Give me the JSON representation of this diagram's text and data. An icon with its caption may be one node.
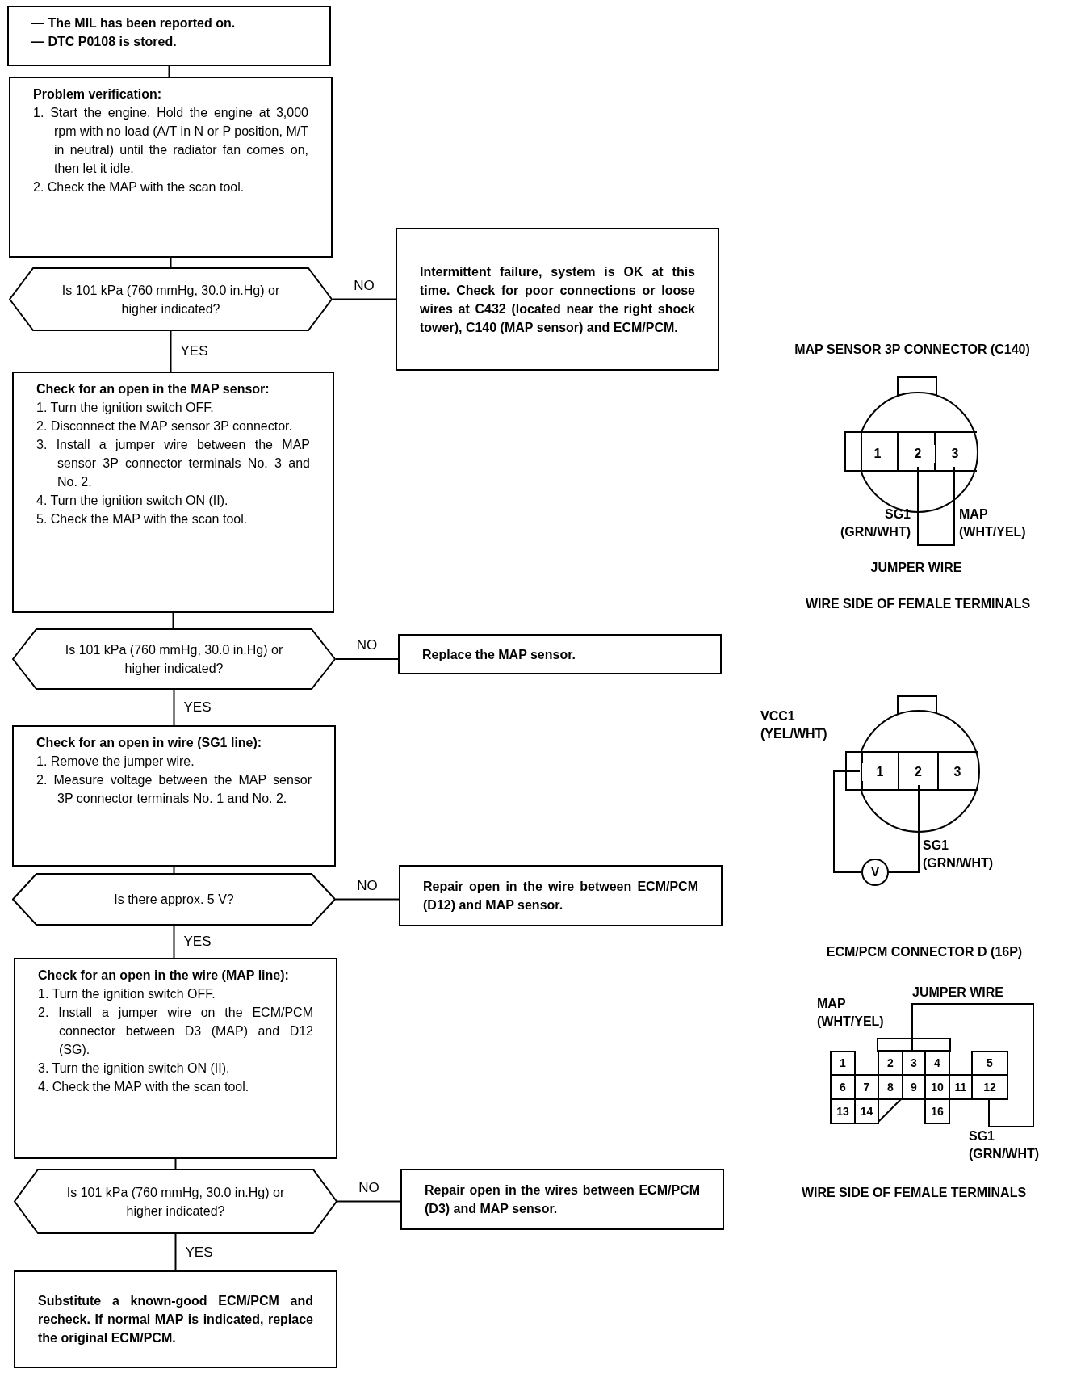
{
  "diagram": {
    "nodes": [
      {
        "text": [
          "— The MIL has been reported on.",
          "— DTC P0108 is stored."
        ]
      },
      {
        "text": [
          "Problem verification:",
          "1. Start the engine. Hold the engine at 3,000 rpm with no load (A/T in N or P position, M/T in neutral) until the radiator fan comes on, then let it idle.",
          "2. Check the MAP with the scan tool."
        ]
      },
      {
        "text": [
          "Is 101 kPa (760 mmHg, 30.0 in.Hg) or higher indicated?"
        ]
      },
      {
        "text": [
          "Intermittent failure, system is OK at this time. Check for poor connections or loose wires at C432 (located near the right shock tower), C140 (MAP sensor) and ECM/PCM."
        ]
      },
      {
        "text": [
          "Check for an open in the MAP sensor:",
          "1. Turn the ignition switch OFF.",
          "2. Disconnect the MAP sensor 3P connector.",
          "3. Install a jumper wire between the MAP sensor 3P connector terminals No. 3 and No. 2.",
          "4. Turn the ignition switch ON (II).",
          "5. Check the MAP with the scan tool."
        ]
      },
      {
        "text": [
          "Is 101 kPa (760 mmHg, 30.0 in.Hg) or higher indicated?"
        ]
      },
      {
        "text": [
          "Replace the MAP sensor."
        ]
      },
      {
        "text": [
          "Check for an open in wire (SG1 line):",
          "1. Remove the jumper wire.",
          "2. Measure voltage between the MAP sensor 3P connector terminals No. 1 and No. 2."
        ]
      },
      {
        "text": [
          "Is there approx. 5 V?"
        ]
      },
      {
        "text": [
          "Repair open in the wire between ECM/PCM (D12) and MAP sensor."
        ]
      },
      {
        "text": [
          "Check for an open in the wire (MAP line):",
          "1. Turn the ignition switch OFF.",
          "2. Install a jumper wire on the ECM/PCM connector between D3 (MAP) and D12 (SG).",
          "3. Turn the ignition switch ON (II).",
          "4. Check the MAP with the scan tool."
        ]
      },
      {
        "text": [
          "Is 101 kPa (760 mmHg, 30.0 in.Hg) or higher indicated?"
        ]
      },
      {
        "text": [
          "Repair open in the wires between ECM/PCM (D3) and MAP sensor."
        ]
      },
      {
        "text": [
          "Substitute a known-good ECM/PCM and recheck. If normal MAP is indicated, replace the original ECM/PCM."
        ]
      }
    ],
    "edges": [
      {
        "from": 0,
        "to": 1,
        "arrow": "none"
      },
      {
        "from": 1,
        "to": 2,
        "arrow": "none"
      },
      {
        "from": 2,
        "to": 3,
        "arrow": "none",
        "label": "NO"
      },
      {
        "from": 2,
        "to": 4,
        "arrow": "none",
        "label": "YES"
      },
      {
        "from": 4,
        "to": 5,
        "arrow": "none"
      },
      {
        "from": 5,
        "to": 6,
        "arrow": "none",
        "label": "NO"
      },
      {
        "from": 5,
        "to": 7,
        "arrow": "none",
        "label": "YES"
      },
      {
        "from": 7,
        "to": 8,
        "arrow": "none"
      },
      {
        "from": 8,
        "to": 9,
        "arrow": "none",
        "label": "NO"
      },
      {
        "from": 8,
        "to": 10,
        "arrow": "none",
        "label": "YES"
      },
      {
        "from": 10,
        "to": 11,
        "arrow": "none"
      },
      {
        "from": 11,
        "to": 12,
        "arrow": "none",
        "label": "NO"
      },
      {
        "from": 11,
        "to": 13,
        "arrow": "none",
        "label": "YES"
      }
    ],
    "labels": [
      "MAP SENSOR 3P CONNECTOR (C140)",
      "1",
      "2",
      "3",
      "SG1 (GRN/WHT)",
      "MAP (WHT/YEL)",
      "JUMPER WIRE",
      "WIRE SIDE OF FEMALE TERMINALS",
      "VCC1 (YEL/WHT)",
      "1",
      "2",
      "3",
      "V",
      "SG1 (GRN/WHT)",
      "ECM/PCM CONNECTOR D (16P)",
      "JUMPER WIRE",
      "MAP (WHT/YEL)",
      "1",
      "2",
      "3",
      "4",
      "5",
      "6",
      "7",
      "8",
      "9",
      "10",
      "11",
      "12",
      "13",
      "14",
      "16",
      "SG1 (GRN/WHT)",
      "WIRE SIDE OF FEMALE TERMINALS"
    ]
  }
}
